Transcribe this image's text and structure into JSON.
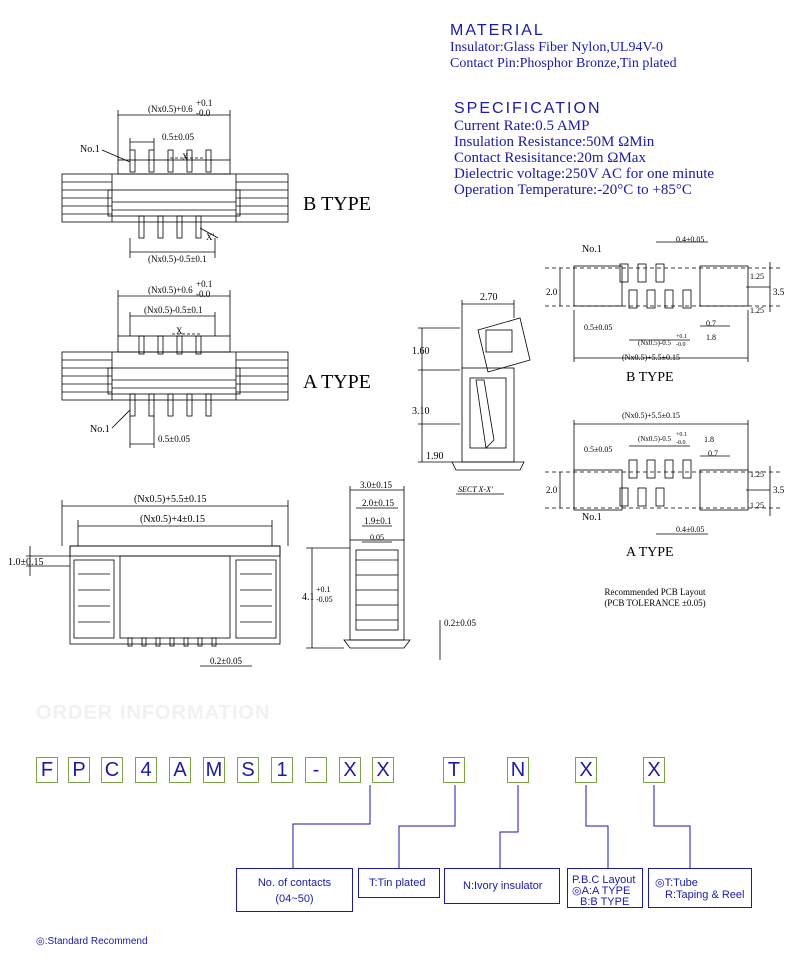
{
  "material": {
    "title": "MATERIAL",
    "lines": [
      "Insulator:Glass Fiber Nylon,UL94V-0",
      "Contact Pin:Phosphor Bronze,Tin plated"
    ]
  },
  "specification": {
    "title": "SPECIFICATION",
    "lines": [
      "Current Rate:0.5 AMP",
      "Insulation Resistance:50M ΩMin",
      "Contact Resisitance:20m ΩMax",
      "Dielectric voltage:250V AC for one minute",
      "Operation Temperature:-20°C to +85°C"
    ]
  },
  "labels": {
    "b_type": "B TYPE",
    "a_type": "A TYPE",
    "pcb_b_type": "B TYPE",
    "pcb_a_type": "A TYPE",
    "section": "SECT X-X'",
    "pcb_note_1": "Recommended PCB Layout",
    "pcb_note_2": "(PCB TOLERANCE ±0.05)",
    "no1": "No.1",
    "x": "X",
    "xp": "X'"
  },
  "dims": {
    "w_top": "(Nx0.5)+0.6",
    "tol_p01": "+0.1",
    "tol_m00": "-0.0",
    "pitch": "0.5±0.05",
    "w_bot": "(Nx0.5)-0.5±0.1",
    "w_55": "(Nx0.5)+5.5±0.15",
    "w_4": "(Nx0.5)+4±0.15",
    "h_10": "1.0±0.15",
    "p02": "0.2±0.05",
    "d30": "3.0±0.15",
    "d20": "2.0±0.15",
    "d19": "1.9±0.1",
    "d005": "0.05",
    "h41": "4.1",
    "tol_m005": "-0.05",
    "s270": "2.70",
    "s160": "1.60",
    "s310": "3.10",
    "s190": "1.90",
    "p04": "0.4±0.05",
    "p125": "1.25",
    "p20": "2.0",
    "p35": "3.5",
    "p07": "0.7",
    "p18": "1.8",
    "pw_05": "(Nx0.5)-0.5",
    "p_tol_p01": "+0.1",
    "p_tol_m00": "-0.0"
  },
  "order": {
    "heading": "ORDER INFORMATION",
    "part_chars": [
      "F",
      "P",
      "C",
      "4",
      "A",
      "M",
      "S",
      "1",
      "-",
      "X",
      "X",
      "T",
      "N",
      "X",
      "X"
    ],
    "boxes": {
      "contacts_line1": "No. of contacts",
      "contacts_line2": "(04~50)",
      "tin": "T:Tin plated",
      "ivory": "N:Ivory insulator",
      "layout_line1": "P.B.C Layout",
      "layout_line2": "◎A:A TYPE",
      "layout_line3": "B:B TYPE",
      "pack_line1": "◎T:Tube",
      "pack_line2": "R:Taping & Reel"
    },
    "footnote": "◎:Standard Recommend"
  },
  "colors": {
    "accent_blue": "#1a1aa8",
    "box_green": "#7aa34a"
  }
}
